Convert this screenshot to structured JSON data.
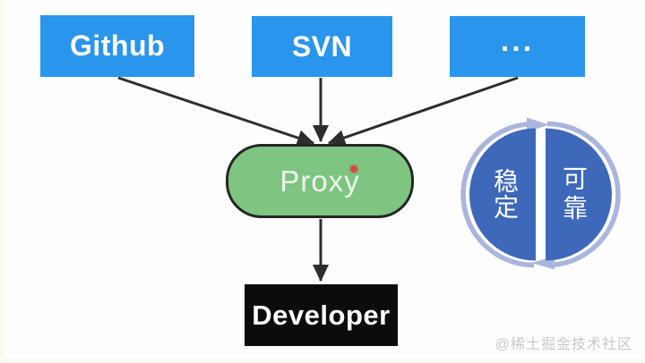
{
  "sources": [
    {
      "label": "Github"
    },
    {
      "label": "SVN"
    },
    {
      "label": "..."
    }
  ],
  "proxy": {
    "label": "Proxy"
  },
  "developer": {
    "label": "Developer"
  },
  "cycle": {
    "left_chars": [
      "稳",
      "定"
    ],
    "right_chars": [
      "可",
      "靠"
    ]
  },
  "watermark": {
    "text": "@稀土掘金技术社区"
  },
  "colors": {
    "source_box": "#2a95ec",
    "proxy_fill": "#7ec581",
    "proxy_border": "#262626",
    "developer_fill": "#0c0c0c",
    "arrow": "#2d2d2d",
    "cycle_half": "#3e68ba",
    "cycle_ring": "#a9b5dc",
    "red_dot": "#d84b43",
    "watermark": "#c9c9c9"
  }
}
